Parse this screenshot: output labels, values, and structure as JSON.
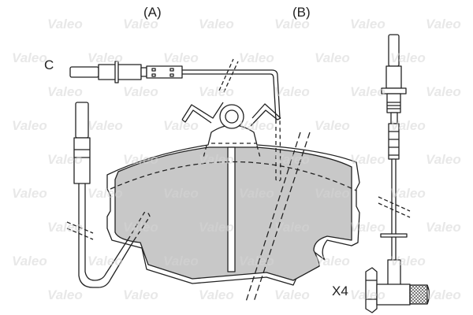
{
  "labels": {
    "a": "(A)",
    "b": "(B)",
    "c": "C",
    "quantity": "X4"
  },
  "watermark": "Valeo",
  "colors": {
    "friction_material": "#c8c8c8",
    "outline": "#222222",
    "watermark": "#e9e9e9"
  }
}
